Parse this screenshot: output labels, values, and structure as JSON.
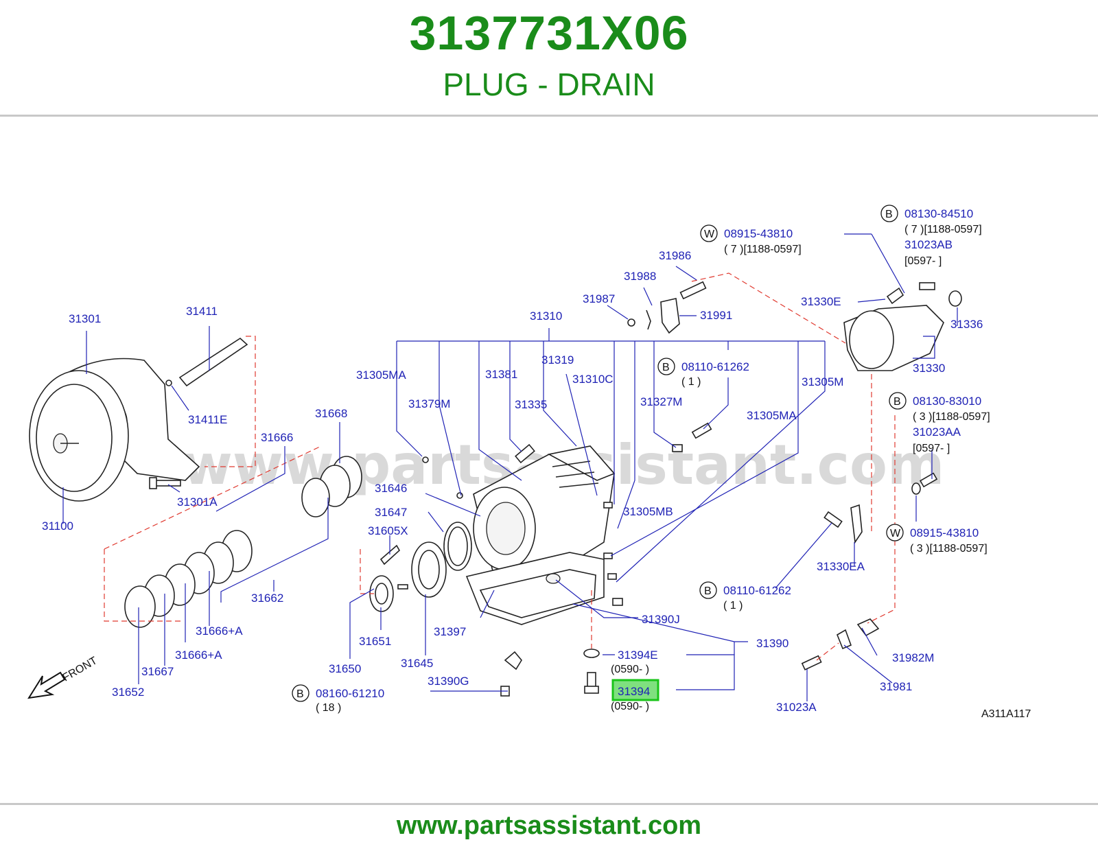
{
  "header": {
    "part_number": "3137731X06",
    "part_name": "PLUG - DRAIN"
  },
  "footer": {
    "url": "www.partsassistant.com"
  },
  "watermark": "www.partsassistant.com",
  "diagram": {
    "code": "A311A117",
    "front_label": "FRONT",
    "highlight_part": "31394",
    "labels": {
      "l31301": "31301",
      "l31411": "31411",
      "l31411E": "31411E",
      "l31100": "31100",
      "l31301A": "31301A",
      "l31668": "31668",
      "l31666": "31666",
      "l31662": "31662",
      "l31666A1": "31666+A",
      "l31666A2": "31666+A",
      "l31667": "31667",
      "l31652": "31652",
      "l31646": "31646",
      "l31647": "31647",
      "l31605X": "31605X",
      "l31651": "31651",
      "l31650": "31650",
      "l31645": "31645",
      "l31397": "31397",
      "l31390G": "31390G",
      "l08160": "08160-61210",
      "l08160q": "( 18 )",
      "l31310": "31310",
      "l31305MA1": "31305MA",
      "l31379M": "31379M",
      "l31381": "31381",
      "l31319": "31319",
      "l31335": "31335",
      "l31310C": "31310C",
      "l31327M": "31327M",
      "l31305MA2": "31305MA",
      "l31305M": "31305M",
      "l31305MB": "31305MB",
      "l08110a": "08110-61262",
      "l08110aq": "( 1 )",
      "l08110b": "08110-61262",
      "l08110bq": "( 1 )",
      "l31390J": "31390J",
      "l31390": "31390",
      "l31394E": "31394E",
      "l31394Ed": "(0590-      )",
      "l31394": "31394",
      "l31394d": "(0590-      )",
      "l31986": "31986",
      "l31988": "31988",
      "l31987": "31987",
      "l31991": "31991",
      "l08915a": "08915-43810",
      "l08915aq": "( 7   )[1188-0597]",
      "l08130a": "08130-84510",
      "l08130aq": "( 7   )[1188-0597]",
      "l31023AB": "31023AB",
      "l31023ABd": "[0597-                   ]",
      "l31330E": "31330E",
      "l31336": "31336",
      "l31330": "31330",
      "l08130b": "08130-83010",
      "l08130bq": "( 3   )[1188-0597]",
      "l31023AA": "31023AA",
      "l31023AAd": "[0597-                   ]",
      "l08915b": "08915-43810",
      "l08915bq": "( 3   )[1188-0597]",
      "l31330EA": "31330EA",
      "l31982M": "31982M",
      "l31981": "31981",
      "l31023A": "31023A",
      "markB": "B",
      "markW": "W"
    }
  }
}
